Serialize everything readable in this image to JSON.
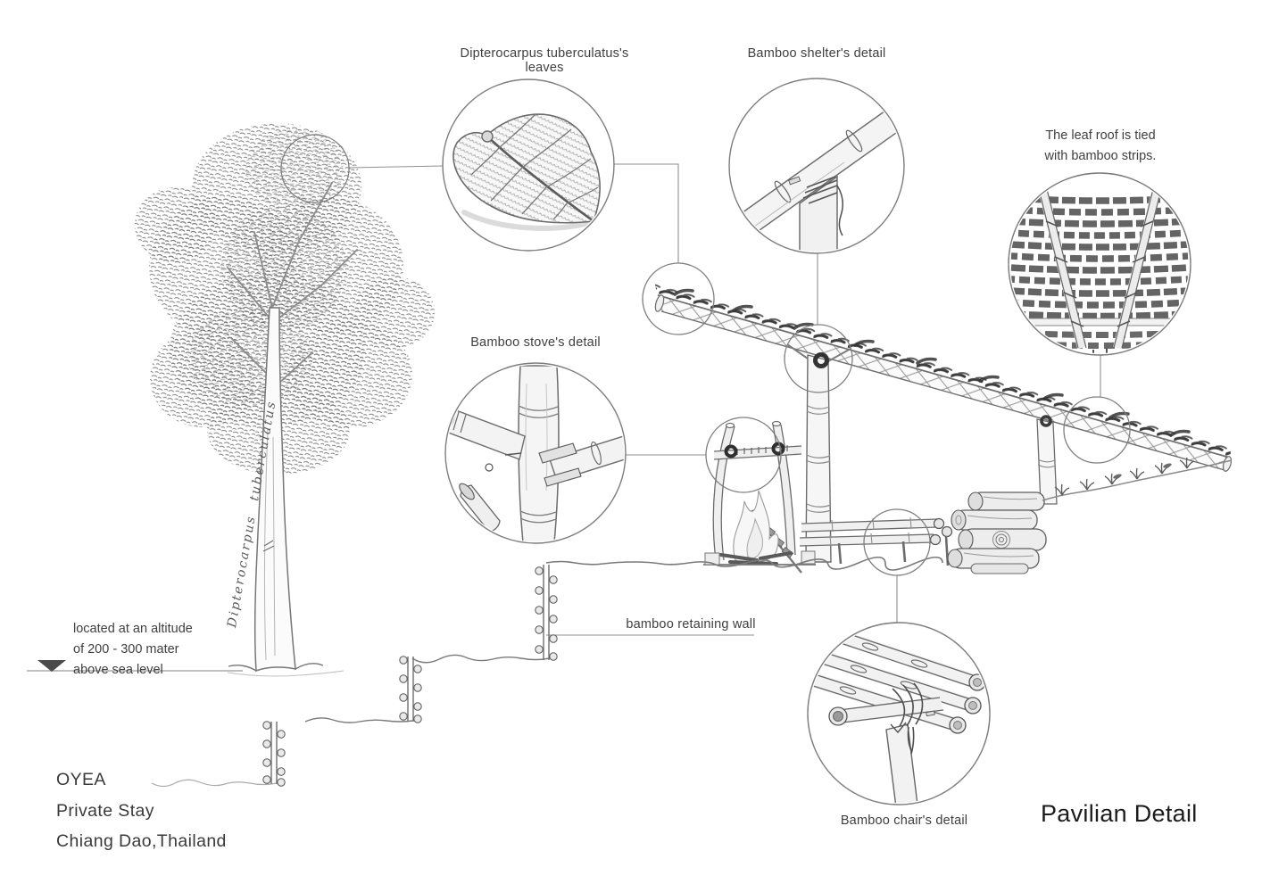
{
  "colors": {
    "ink": "#3f3f3f",
    "title_ink": "#1c1c1c",
    "pencil": "#8a8a8a",
    "dark_accent": "#3a3a3a",
    "paper": "#ffffff"
  },
  "title_block": {
    "brand": "OYEA",
    "line2": "Private Stay",
    "line3": "Chiang Dao,Thailand"
  },
  "drawing_title": "Pavilian Detail",
  "labels": {
    "leaves": "Dipterocarpus tuberculatus's leaves",
    "shelter": "Bamboo shelter's detail",
    "stove": "Bamboo stove's detail",
    "chair": "Bamboo chair's detail",
    "retaining_wall": "bamboo retaining wall",
    "roof_note_1": "The leaf roof is tied",
    "roof_note_2": "with bamboo strips.",
    "altitude_1": "located at an altitude",
    "altitude_2": "of 200 - 300 mater",
    "altitude_3": "above sea level",
    "tree_species": "Dipterocarpus tuberculatus"
  },
  "detail_callouts": [
    "Dipterocarpus tuberculatus's leaves",
    "Bamboo shelter's detail",
    "The leaf roof is tied with bamboo strips.",
    "Bamboo stove's detail",
    "Bamboo chair's detail",
    "bamboo retaining wall"
  ]
}
